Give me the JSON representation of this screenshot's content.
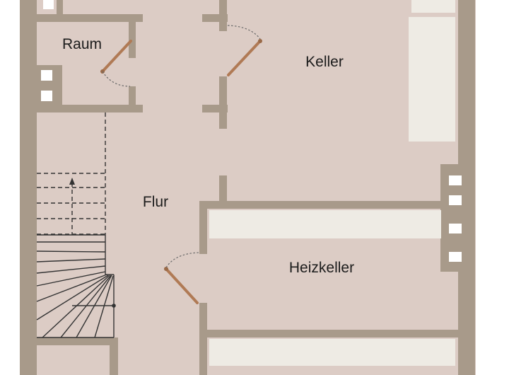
{
  "plan": {
    "rooms": {
      "raum": "Raum",
      "keller": "Keller",
      "flur": "Flur",
      "heizkeller": "Heizkeller"
    }
  },
  "colors": {
    "background": "#ffffff",
    "floor": "#dcccc5",
    "wall": "#a89a8a",
    "window": "#ffffff",
    "shelf": "#eeebe4",
    "door_leaf": "#b07a55",
    "door_swing": "#6a6a6a",
    "stairs": "#333333",
    "label": "#1c1c1c"
  }
}
